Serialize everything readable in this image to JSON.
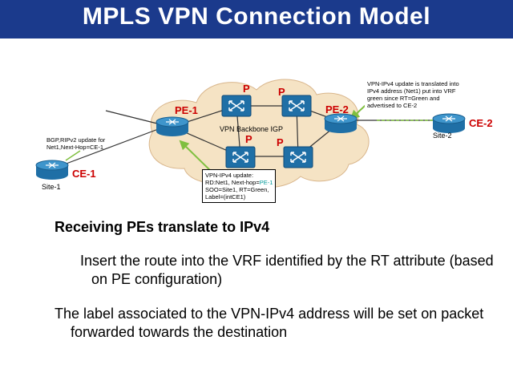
{
  "header": {
    "title": "MPLS VPN Connection Model"
  },
  "diagram": {
    "p_routers": [
      "P",
      "P",
      "P",
      "P"
    ],
    "pe1": "PE-1",
    "pe2": "PE-2",
    "ce1": "CE-1",
    "ce2": "CE-2",
    "site1": "Site-1",
    "site2": "Site-2",
    "backbone": "VPN Backbone IGP",
    "bgp_note": [
      "BGP,RIPv2 update for",
      "Net1,Next-Hop=CE-1"
    ],
    "update_note": {
      "line1": "VPN-IPv4 update:",
      "line2_a": "RD:Net1, Next-hop=",
      "line2_b": "PE-1",
      "line3": "SOO=Site1, RT=Green,",
      "line4": "Label=(intCE1)"
    },
    "translate_note": [
      "VPN-IPv4 update is translated into",
      "IPv4 address (Net1) put into VRF",
      "green since RT=Green and",
      "advertised to CE-2"
    ]
  },
  "bullets": {
    "b1": "Receiving PEs translate to IPv4",
    "b2": "Insert the route into the VRF identified by the RT attribute (based on PE configuration)",
    "b3": "The label associated to the VPN-IPv4 address will be set on packet forwarded towards the destination"
  },
  "colors": {
    "header": "#1b3a8c",
    "cloud": "#f5e3c4",
    "router": "#2a7fb5",
    "switch": "#1f6fa6",
    "label_red": "#cc0000",
    "arrow": "#7fbf3f"
  }
}
